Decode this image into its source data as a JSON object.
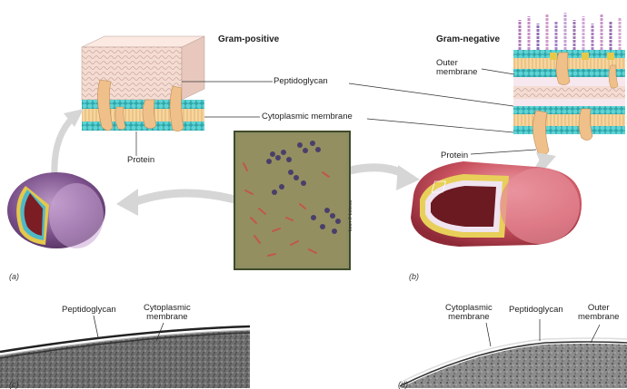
{
  "figure": {
    "gram_positive_title": "Gram-positive",
    "gram_negative_title": "Gram-negative",
    "labels": {
      "peptidoglycan": "Peptidoglycan",
      "cytoplasmic_membrane": "Cytoplasmic membrane",
      "protein_left": "Protein",
      "protein_right": "Protein",
      "outer_membrane_line1": "Outer",
      "outer_membrane_line2": "membrane"
    },
    "photo_credit": "Leon J. Lebeau",
    "panel_a": "(a)",
    "panel_b": "(b)"
  },
  "micrographs": {
    "left": {
      "label_peptidoglycan": "Peptidoglycan",
      "label_cyto_line1": "Cytoplasmic",
      "label_cyto_line2": "membrane",
      "panel_tag": "(c)"
    },
    "right": {
      "label_cyto_line1": "Cytoplasmic",
      "label_cyto_line2": "membrane",
      "label_peptidoglycan": "Peptidoglycan",
      "label_outer_line1": "Outer",
      "label_outer_line2": "membrane",
      "panel_tag": "(d)"
    }
  },
  "colors": {
    "gram_positive_cell": "#7a4f8a",
    "gram_negative_cell": "#c9515f",
    "peptidoglycan": "#f3d9cf",
    "membrane_beads": "#3fbcc0",
    "protein": "#f0c08a",
    "arrow": "#d4d4d4"
  }
}
